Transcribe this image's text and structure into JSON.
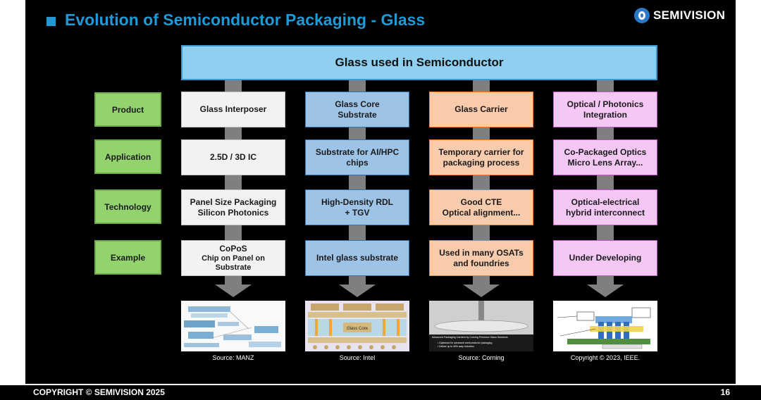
{
  "title": "Evolution of Semiconductor Packaging - Glass",
  "brand": {
    "name": "SEMIVISION",
    "icon": "semivision-logo-icon"
  },
  "header": "Glass used in Semiconductor",
  "row_labels": [
    "Product",
    "Application",
    "Technology",
    "Example"
  ],
  "columns": [
    {
      "product": "Glass Interposer",
      "application": "2.5D / 3D IC",
      "technology": "Panel Size Packaging\nSilicon Photonics",
      "example_title": "CoPoS",
      "example_sub": "Chip on Panel on\nSubstrate",
      "source": "Source: MANZ"
    },
    {
      "product": "Glass Core\nSubstrate",
      "application": "Substrate for AI/HPC\nchips",
      "technology": "High-Density RDL\n+ TGV",
      "example": "Intel glass substrate",
      "image_label": "Glass Core",
      "source": "Source: Intel"
    },
    {
      "product": "Glass Carrier",
      "application": "Temporary carrier for\npackaging process",
      "technology": "Good CTE\nOptical alignment...",
      "example": "Used in many OSATs\nand foundries",
      "image_caption": "Advanced Packaging Carriers by Corning Precision Glass Solutions",
      "image_bullets": [
        "• Optimized for advanced semiconductor packaging",
        "• Deliver up to 40% warp reduction"
      ],
      "source": "Source: Corning"
    },
    {
      "product": "Optical / Photonics\nIntegration",
      "application": "Co-Packaged Optics\nMicro Lens Array...",
      "technology": "Optical-electrical\nhybrid interconnect",
      "example": "Under Developing",
      "source": "Copyright © 2023, IEEE."
    }
  ],
  "footer": {
    "copyright": "COPYRIGHT © SEMIVISION 2025",
    "page": "16"
  },
  "colors": {
    "title": "#1f9ad6",
    "header_fill": "#8fd0f0",
    "label_fill": "#92d36e",
    "col_fills": [
      "#f2f2f2",
      "#9dc3e6",
      "#f8cbad",
      "#f4c7f4"
    ],
    "connector": "#7f7f7f"
  }
}
